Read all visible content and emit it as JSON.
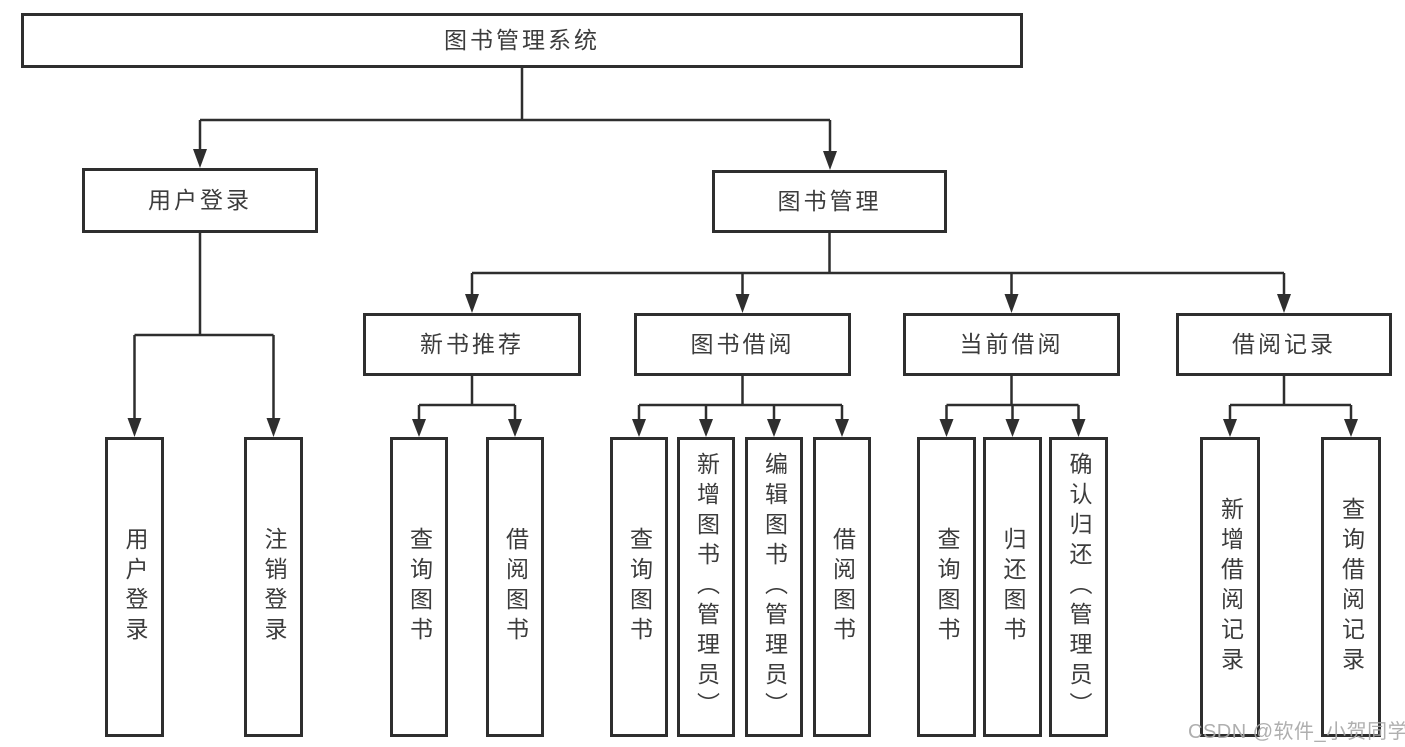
{
  "diagram": {
    "root": {
      "label": "图书管理系统"
    },
    "branches": [
      {
        "label": "用户登录",
        "children": [
          {
            "label": "用户登录"
          },
          {
            "label": "注销登录"
          }
        ]
      },
      {
        "label": "图书管理",
        "children": [
          {
            "label": "新书推荐",
            "children": [
              {
                "label": "查询图书"
              },
              {
                "label": "借阅图书"
              }
            ]
          },
          {
            "label": "图书借阅",
            "children": [
              {
                "label": "查询图书"
              },
              {
                "label": "新增图书（管理员）"
              },
              {
                "label": "编辑图书（管理员）"
              },
              {
                "label": "借阅图书"
              }
            ]
          },
          {
            "label": "当前借阅",
            "children": [
              {
                "label": "查询图书"
              },
              {
                "label": "归还图书"
              },
              {
                "label": "确认归还（管理员）"
              }
            ]
          },
          {
            "label": "借阅记录",
            "children": [
              {
                "label": "新增借阅记录"
              },
              {
                "label": "查询借阅记录"
              }
            ]
          }
        ]
      }
    ]
  },
  "watermark": "CSDN @软件_小贺同学",
  "colors": {
    "line": "#2e2e2e",
    "text": "#3c3c3c",
    "watermark": "#a8a8a8",
    "background": "#ffffff"
  }
}
